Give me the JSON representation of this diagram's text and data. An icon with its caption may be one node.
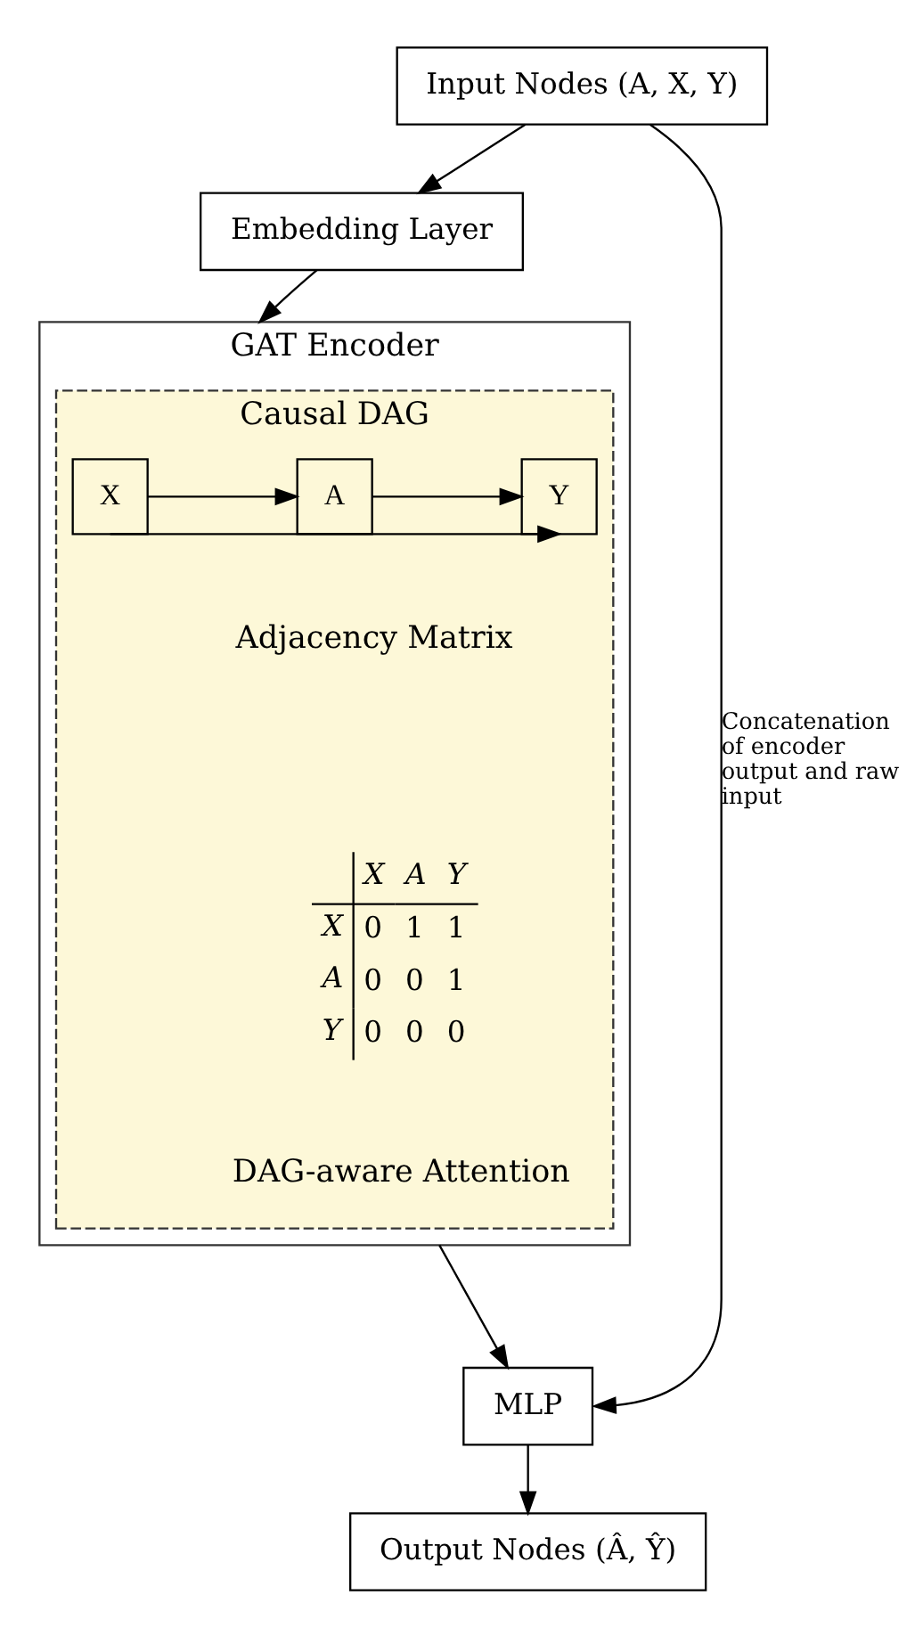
{
  "diagram": {
    "nodes": [
      {
        "text": [
          "Input Nodes (A, X, Y)"
        ]
      },
      {
        "text": [
          "Embedding Layer"
        ]
      },
      {
        "text": [
          "GAT Encoder"
        ]
      },
      {
        "text": [
          "Causal DAG",
          "Adjacency Matrix",
          "DAG-aware Attention"
        ],
        "in": 2
      },
      {
        "text": [
          "X"
        ],
        "in": 3
      },
      {
        "text": [
          "A"
        ],
        "in": 3
      },
      {
        "text": [
          "Y"
        ],
        "in": 3
      },
      {
        "text": [
          "MLP"
        ]
      },
      {
        "text": [
          "Output Nodes (Â, Ŷ)"
        ]
      }
    ],
    "edges": [
      {
        "from": 0,
        "to": 1,
        "arrow": "to"
      },
      {
        "from": 1,
        "to": 2,
        "arrow": "to"
      },
      {
        "from": 4,
        "to": 5,
        "arrow": "to"
      },
      {
        "from": 5,
        "to": 6,
        "arrow": "to"
      },
      {
        "from": 4,
        "to": 6,
        "arrow": "to"
      },
      {
        "from": 2,
        "to": 7,
        "arrow": "to"
      },
      {
        "from": 0,
        "to": 7,
        "arrow": "to",
        "label": "Concatenation of encoder output and raw input"
      },
      {
        "from": 7,
        "to": 8,
        "arrow": "to"
      }
    ],
    "labels": [
      "X",
      "A",
      "Y",
      "X",
      "0",
      "1",
      "1",
      "A",
      "0",
      "0",
      "1",
      "Y",
      "0",
      "0",
      "0"
    ]
  }
}
